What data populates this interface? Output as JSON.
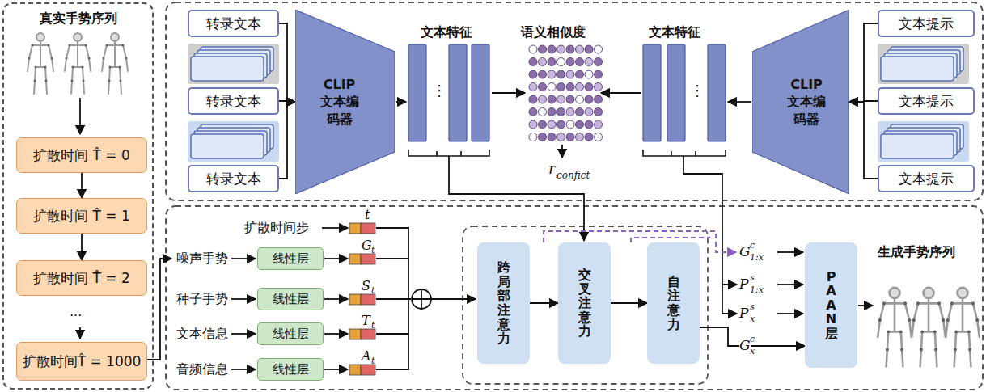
{
  "diagram": {
    "nodes": [
      {
        "text": [
          "真实手势序列"
        ]
      },
      {
        "text": [
          "扩散时间 T̂ = 0"
        ],
        "in": 0
      },
      {
        "text": [
          "扩散时间 T̂ = 1"
        ],
        "in": 0
      },
      {
        "text": [
          "扩散时间 T̂ = 2"
        ],
        "in": 0
      },
      {
        "text": [
          "扩散时间T̂ = 1000"
        ],
        "in": 0
      },
      {
        "text": [
          "转录文本"
        ]
      },
      {
        "text": [
          "转录文本"
        ]
      },
      {
        "text": [
          "转录文本"
        ]
      },
      {
        "text": [
          "CLIP 文本编码器"
        ]
      },
      {
        "text": [
          "CLIP 文本编码器"
        ]
      },
      {
        "text": [
          "文本提示"
        ]
      },
      {
        "text": [
          "文本提示"
        ]
      },
      {
        "text": [
          "文本提示"
        ]
      },
      {
        "text": [
          "线性层"
        ]
      },
      {
        "text": [
          "线性层"
        ]
      },
      {
        "text": [
          "线性层"
        ]
      },
      {
        "text": [
          "线性层"
        ]
      },
      {
        "text": [
          "跨局部注意力"
        ]
      },
      {
        "text": [
          "交叉注意力"
        ]
      },
      {
        "text": [
          "自注意力"
        ]
      },
      {
        "text": [
          "PAAN层"
        ]
      }
    ],
    "edges": [
      {
        "from": 1,
        "to": 2,
        "arrow": "to"
      },
      {
        "from": 2,
        "to": 3,
        "arrow": "to"
      },
      {
        "from": 5,
        "to": 8,
        "arrow": "to"
      },
      {
        "from": 6,
        "to": 8,
        "arrow": "to"
      },
      {
        "from": 7,
        "to": 8,
        "arrow": "to"
      },
      {
        "from": 10,
        "to": 9,
        "arrow": "to"
      },
      {
        "from": 11,
        "to": 9,
        "arrow": "to"
      },
      {
        "from": 12,
        "to": 9,
        "arrow": "to"
      },
      {
        "from": 17,
        "to": 18,
        "arrow": "to"
      },
      {
        "from": 18,
        "to": 19,
        "arrow": "to"
      },
      {
        "from": 19,
        "to": 20,
        "arrow": "to"
      }
    ],
    "labels": [
      "···",
      "文本特征",
      "语义相似度",
      "r",
      "confict",
      "文本特征",
      "⋮",
      "⋮",
      "扩散时间步",
      "噪声手势",
      "种子手势",
      "文本信息",
      "音频信息",
      "t",
      "G",
      "t",
      "S",
      "t",
      "T",
      "t",
      "A",
      "t",
      "G",
      "c",
      "1:x",
      "P",
      "s",
      "1:x",
      "P",
      "s",
      "x",
      "G",
      "c",
      "x",
      "生成手势序列"
    ]
  }
}
